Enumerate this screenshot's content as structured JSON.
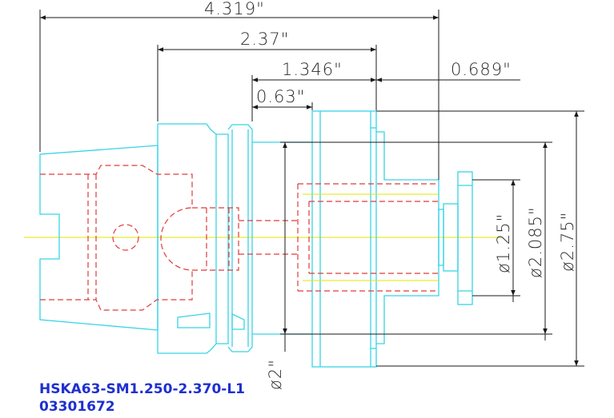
{
  "dimensions": {
    "overall_length": "4.319\"",
    "gauge_length": "2.37\"",
    "holder_length": "1.346\"",
    "flange_offset": "0.63\"",
    "projection": "0.689\"",
    "bore_diameter": "ø1.25\"",
    "nut_diameter": "ø2.085\"",
    "body_diameter": "ø2.75\"",
    "flange_diameter": "ø2\""
  },
  "caption": {
    "part_number": "HSKA63-SM1.250-2.370-L1",
    "serial_number": "03301672"
  },
  "colors": {
    "outline": "#37d4e6",
    "hidden": "#e23a3a",
    "centerline": "#e6e600",
    "dimension": "#1a1a1a",
    "caption": "#1f2fd0"
  }
}
